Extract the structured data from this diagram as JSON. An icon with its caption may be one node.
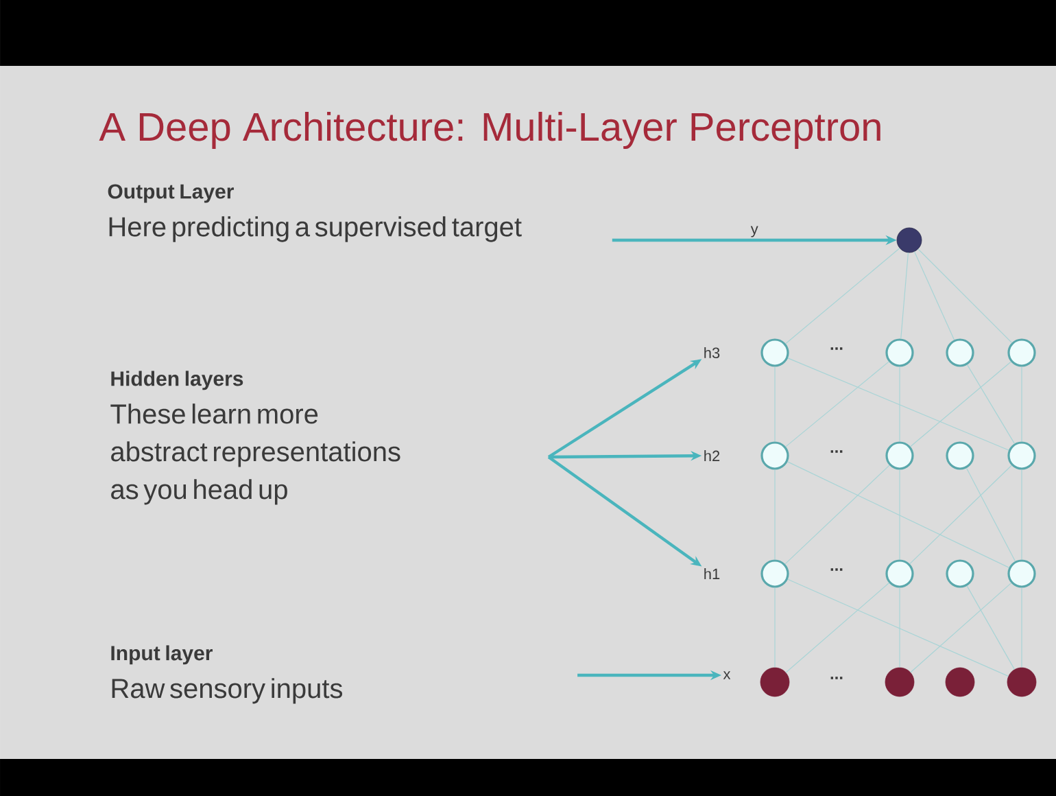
{
  "diagram": {
    "title": "A Deep Architecture: Multi-Layer Perceptron",
    "nodes": [
      {
        "text": [
          "Output Layer",
          "Here predicting a supervised target"
        ]
      },
      {
        "text": [],
        "shape": "circle"
      },
      {
        "text": [
          "Hidden layers",
          "These learn more abstract representations as you head up"
        ]
      },
      {
        "text": [
          "h3"
        ]
      },
      {
        "text": [
          "h2"
        ]
      },
      {
        "text": [
          "h1"
        ]
      },
      {
        "text": [
          "Input layer",
          "Raw sensory inputs"
        ]
      },
      {
        "text": [
          "x"
        ]
      },
      {
        "text": [],
        "shape": "circle"
      },
      {
        "text": [],
        "shape": "circle"
      },
      {
        "text": [],
        "shape": "circle"
      },
      {
        "text": [],
        "shape": "circle"
      },
      {
        "text": [],
        "shape": "circle"
      },
      {
        "text": [],
        "shape": "circle"
      },
      {
        "text": [],
        "shape": "circle"
      },
      {
        "text": [],
        "shape": "circle"
      },
      {
        "text": [],
        "shape": "circle"
      },
      {
        "text": [],
        "shape": "circle"
      },
      {
        "text": [],
        "shape": "circle"
      },
      {
        "text": [],
        "shape": "circle"
      },
      {
        "text": [],
        "shape": "circle"
      },
      {
        "text": [],
        "shape": "circle"
      },
      {
        "text": [],
        "shape": "circle"
      },
      {
        "text": [],
        "shape": "circle"
      }
    ],
    "edges": [
      {
        "from": 0,
        "to": 1,
        "arrow": "to",
        "label": "y",
        "style": "thick",
        "color": "#4ab5bd"
      },
      {
        "from": null,
        "to": 3,
        "arrow": "to",
        "style": "thick",
        "color": "#4ab5bd"
      },
      {
        "from": null,
        "to": 4,
        "arrow": "to",
        "style": "thick",
        "color": "#4ab5bd"
      },
      {
        "from": null,
        "to": 5,
        "arrow": "to",
        "style": "thick",
        "color": "#4ab5bd"
      },
      {
        "from": null,
        "to": 7,
        "arrow": "to",
        "style": "thick",
        "color": "#4ab5bd"
      },
      {
        "from": 1,
        "to": 8,
        "arrow": "none"
      },
      {
        "from": 1,
        "to": 9,
        "arrow": "none"
      },
      {
        "from": 1,
        "to": 10,
        "arrow": "none"
      },
      {
        "from": 1,
        "to": 11,
        "arrow": "none"
      },
      {
        "from": 8,
        "to": 12,
        "arrow": "none"
      },
      {
        "from": 9,
        "to": 13,
        "arrow": "none"
      },
      {
        "from": 11,
        "to": 15,
        "arrow": "none"
      },
      {
        "from": 12,
        "to": 9,
        "arrow": "none"
      },
      {
        "from": 8,
        "to": 15,
        "arrow": "none"
      },
      {
        "from": 10,
        "to": 15,
        "arrow": "none"
      },
      {
        "from": 13,
        "to": 11,
        "arrow": "none"
      },
      {
        "from": 12,
        "to": 16,
        "arrow": "none"
      },
      {
        "from": 13,
        "to": 17,
        "arrow": "none"
      },
      {
        "from": 15,
        "to": 19,
        "arrow": "none"
      },
      {
        "from": 16,
        "to": 13,
        "arrow": "none"
      },
      {
        "from": 12,
        "to": 19,
        "arrow": "none"
      },
      {
        "from": 14,
        "to": 19,
        "arrow": "none"
      },
      {
        "from": 17,
        "to": 15,
        "arrow": "none"
      },
      {
        "from": 16,
        "to": 20,
        "arrow": "none"
      },
      {
        "from": 17,
        "to": 21,
        "arrow": "none"
      },
      {
        "from": 19,
        "to": 23,
        "arrow": "none"
      },
      {
        "from": 20,
        "to": 17,
        "arrow": "none"
      },
      {
        "from": 16,
        "to": 23,
        "arrow": "none"
      },
      {
        "from": 18,
        "to": 23,
        "arrow": "none"
      },
      {
        "from": 21,
        "to": 19,
        "arrow": "none"
      }
    ],
    "labels": [
      "...",
      "...",
      "...",
      "..."
    ]
  }
}
